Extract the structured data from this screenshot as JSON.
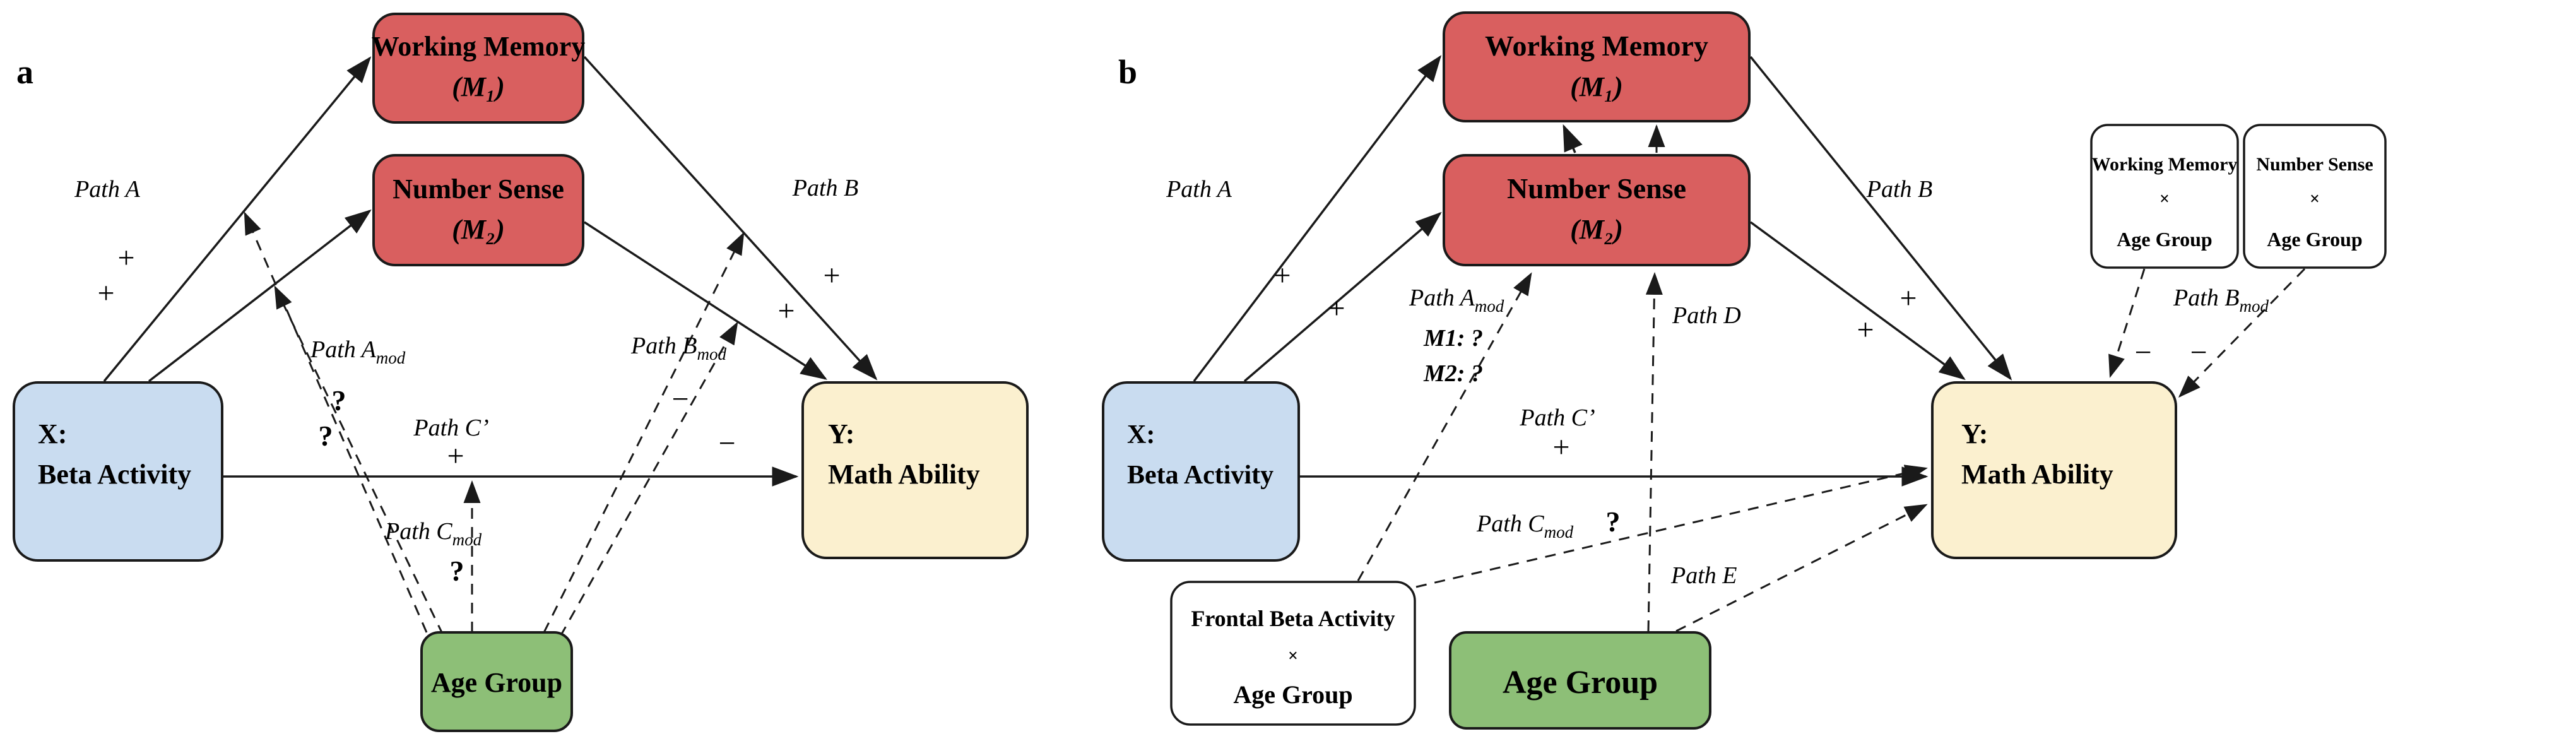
{
  "colors": {
    "mediator_box": "#D95F5F",
    "x_box": "#C9DCF0",
    "y_box": "#FBF0CF",
    "age_box": "#8DBF77",
    "interaction_box": "#FFFFFF"
  },
  "panel_a": {
    "letter": "a",
    "boxes": {
      "x": {
        "line1": "X:",
        "line2": "Beta Activity"
      },
      "m1": {
        "line1": "Working Memory",
        "line2": "(M₁)"
      },
      "m2": {
        "line1": "Number Sense",
        "line2": "(M₂)"
      },
      "y": {
        "line1": "Y:",
        "line2": "Math Ability"
      },
      "age": {
        "label": "Age Group"
      }
    },
    "labels": {
      "path_a": "Path A",
      "plus_a1": "+",
      "plus_a2": "+",
      "path_amod_main": "Path A",
      "path_amod_sub": "mod",
      "q_amod_1": "?",
      "q_amod_2": "?",
      "path_c": "Path C’",
      "plus_c": "+",
      "path_cmod_main": "Path C",
      "path_cmod_sub": "mod",
      "q_cmod": "?",
      "path_b": "Path B",
      "plus_b1": "+",
      "plus_b2": "+",
      "path_bmod_main": "Path B",
      "path_bmod_sub": "mod",
      "minus_b1": "−",
      "minus_b2": "−"
    }
  },
  "panel_b": {
    "letter": "b",
    "boxes": {
      "x": {
        "line1": "X:",
        "line2": "Beta Activity"
      },
      "m1": {
        "line1": "Working Memory",
        "line2": "(M₁)"
      },
      "m2": {
        "line1": "Number Sense",
        "line2": "(M₂)"
      },
      "y": {
        "line1": "Y:",
        "line2": "Math Ability"
      },
      "age": {
        "label": "Age Group"
      },
      "frontal_x_age": {
        "line1": "Frontal Beta Activity",
        "line2": "×",
        "line3": "Age Group"
      },
      "wm_x_age": {
        "line1": "Working Memory",
        "line2": "×",
        "line3": "Age Group"
      },
      "ns_x_age": {
        "line1": "Number Sense",
        "line2": "×",
        "line3": "Age Group"
      }
    },
    "labels": {
      "path_a": "Path A",
      "plus_a1": "+",
      "plus_a2": "+",
      "path_amod_main": "Path A",
      "path_amod_sub": "mod",
      "m1_q": "M1: ?",
      "m2_q": "M2: ?",
      "path_c": "Path C’",
      "plus_c": "+",
      "path_d": "Path D",
      "path_cmod_main": "Path C",
      "path_cmod_sub": "mod",
      "q_cmod": "?",
      "path_e": "Path E",
      "path_b": "Path B",
      "plus_b1": "+",
      "plus_b2": "+",
      "path_bmod_main": "Path B",
      "path_bmod_sub": "mod",
      "minus_b1": "−",
      "minus_b2": "−"
    }
  }
}
